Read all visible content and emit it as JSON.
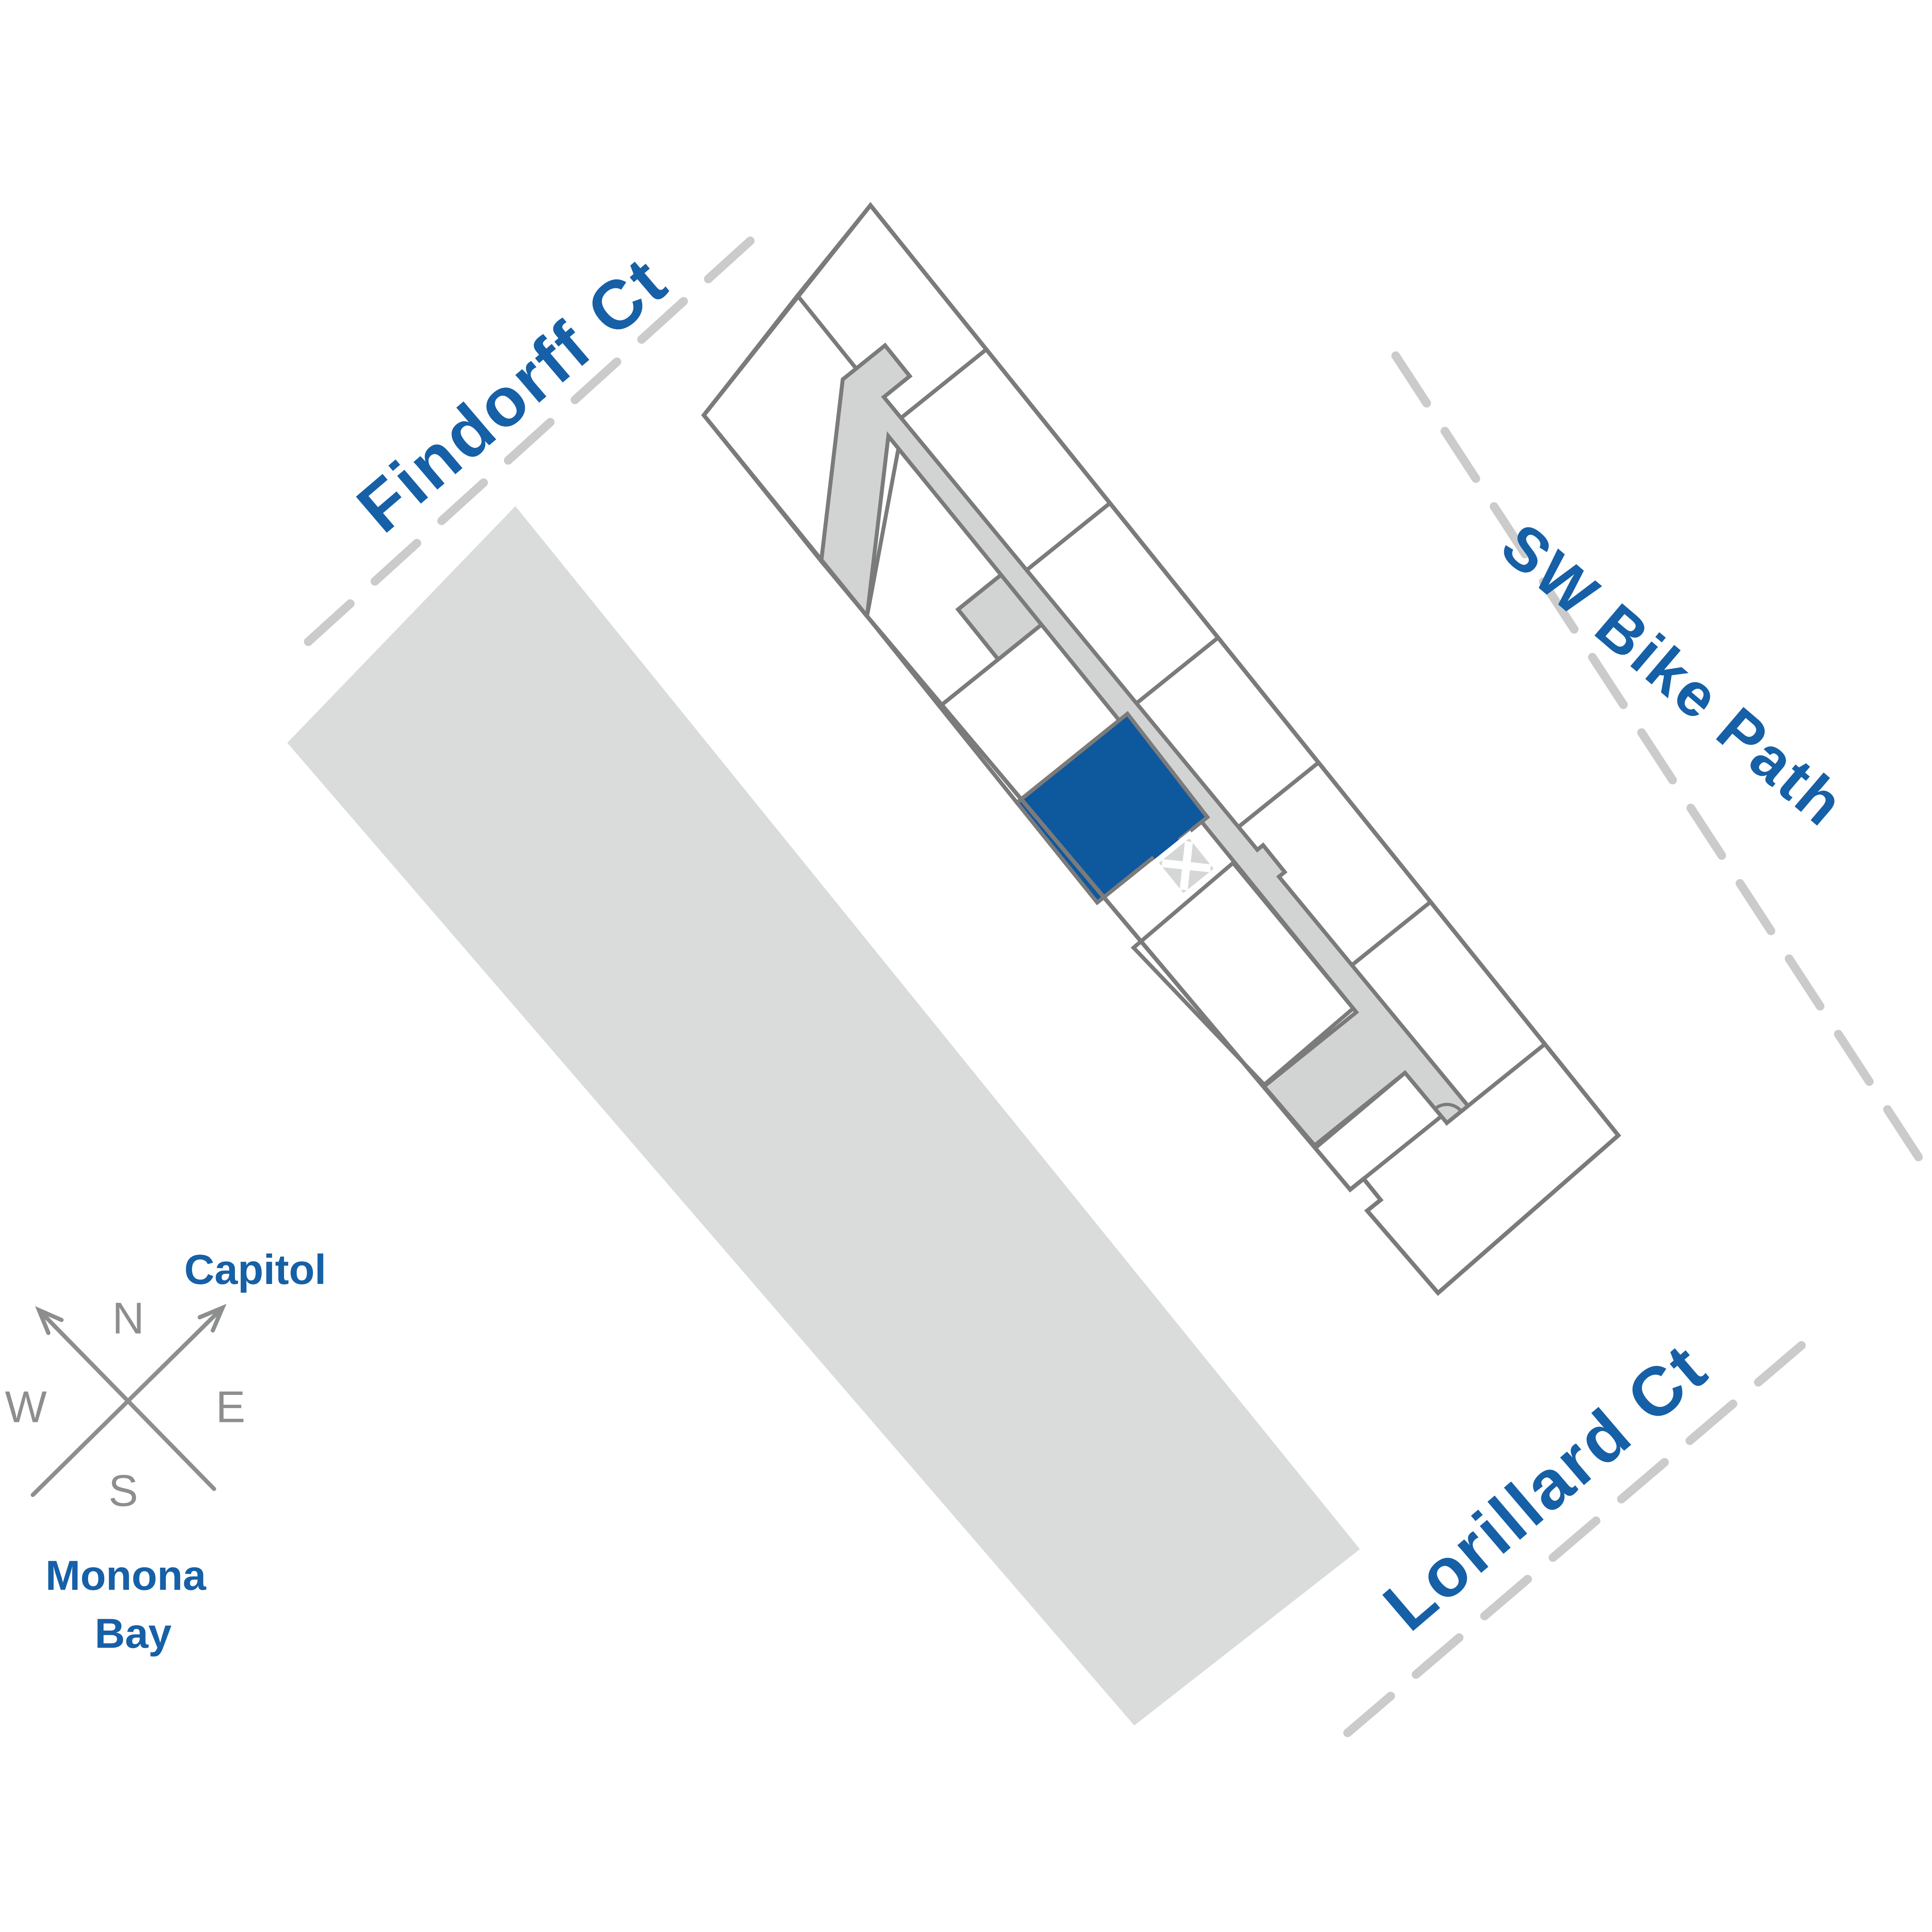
{
  "site_plan": {
    "streets": {
      "findorff": "Findorff Ct",
      "bike_path": "SW Bike Path",
      "lorillard": "Lorillard Ct"
    },
    "landmarks": {
      "capitol": "Capitol",
      "monona": "Monona",
      "bay": "Bay"
    },
    "compass": {
      "north": "N",
      "east": "E",
      "south": "S",
      "west": "W"
    },
    "colors": {
      "highlight_blue": "#0E589E",
      "label_blue": "#1660A7",
      "outline_gray": "#7B7B7B",
      "corridor_gray": "#D2D4D3",
      "building_mass_gray": "#DADCDB",
      "street_dash_gray": "#CBCBCB",
      "compass_gray": "#8D8F8E"
    }
  }
}
